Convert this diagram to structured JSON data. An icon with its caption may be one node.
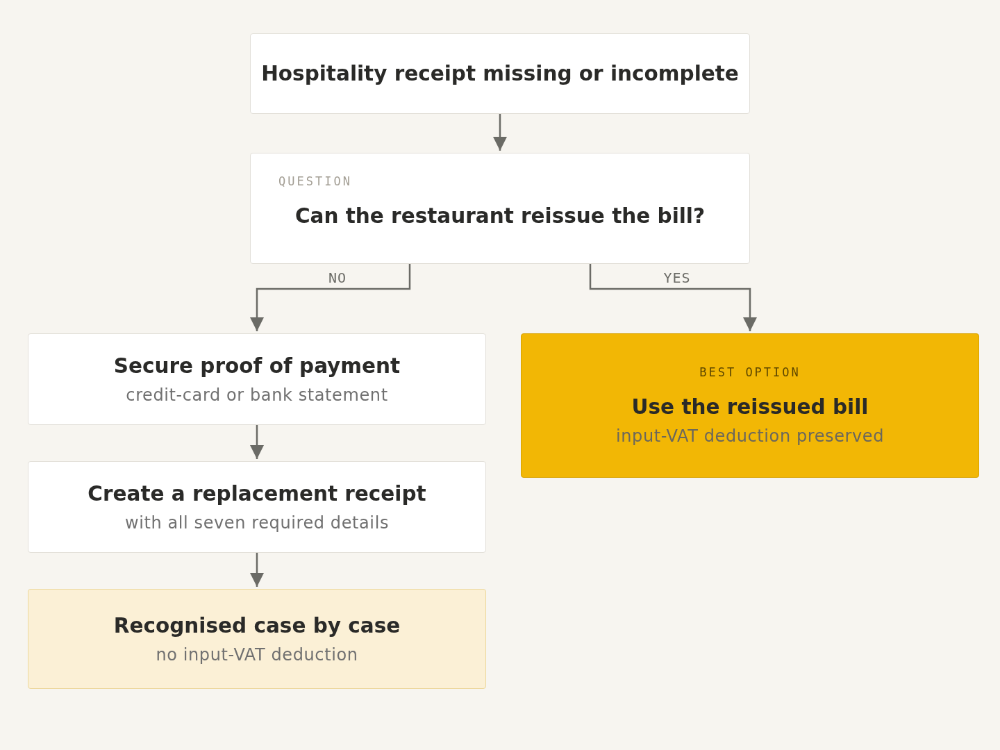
{
  "diagram": {
    "nodes": [
      {
        "text": [
          "Hospitality receipt missing or incomplete"
        ]
      },
      {
        "text": [
          "QUESTION",
          "Can the restaurant reissue the bill?"
        ]
      },
      {
        "text": [
          "Secure proof of payment",
          "credit-card or bank statement"
        ]
      },
      {
        "text": [
          "BEST OPTION",
          "Use the reissued bill",
          "input-VAT deduction preserved"
        ]
      },
      {
        "text": [
          "Create a replacement receipt",
          "with all seven required details"
        ]
      },
      {
        "text": [
          "Recognised case by case",
          "no input-VAT deduction"
        ]
      }
    ],
    "edges": [
      {
        "from": 0,
        "to": 1,
        "arrow": "to"
      },
      {
        "from": 1,
        "to": 2,
        "arrow": "to",
        "label": "NO"
      },
      {
        "from": 1,
        "to": 3,
        "arrow": "to",
        "label": "YES"
      },
      {
        "from": 2,
        "to": 4,
        "arrow": "to"
      },
      {
        "from": 4,
        "to": 5,
        "arrow": "to"
      }
    ]
  }
}
